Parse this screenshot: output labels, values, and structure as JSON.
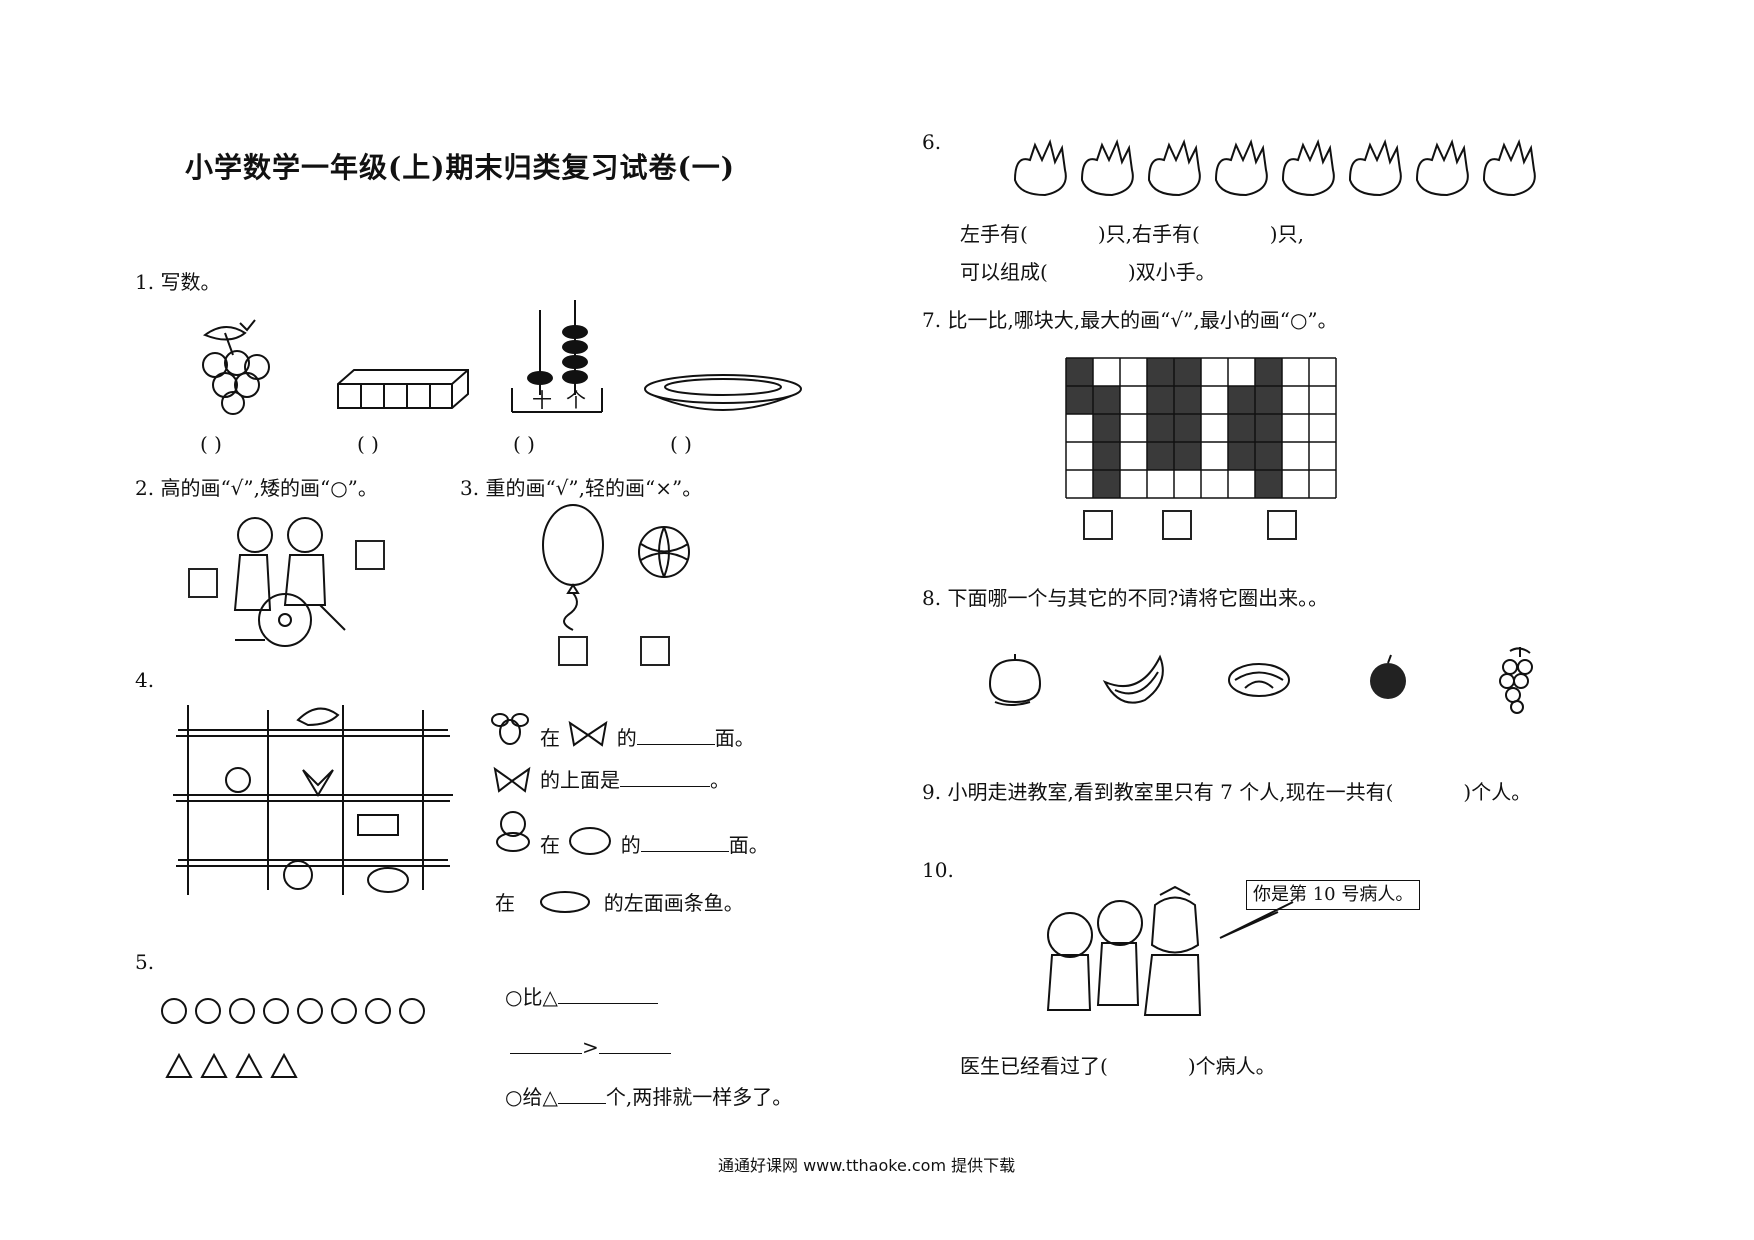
{
  "title": "小学数学一年级(上)期末归类复习试卷(一)",
  "q1": {
    "num": "1.",
    "text": "写数。",
    "abacus_tens": "十",
    "abacus_ones": "个",
    "paren": "(      )"
  },
  "q2": {
    "num": "2.",
    "text": "高的画“√”,矮的画“○”。"
  },
  "q3": {
    "num": "3.",
    "text": "重的画“√”,轻的画“×”。"
  },
  "q4": {
    "num": "4.",
    "line1": {
      "a": "在",
      "b": "的",
      "c": "面。"
    },
    "line2": {
      "a": "的上面是",
      "b": "。"
    },
    "line3": {
      "a": "在",
      "b": "的",
      "c": "面。"
    },
    "line4": {
      "a": "在",
      "b": "的左面画条鱼。"
    }
  },
  "q5": {
    "num": "5.",
    "circles": 8,
    "triangles": 4,
    "line1": "○比△",
    "gt": ">",
    "line3a": "○给△",
    "line3b": "个,两排就一样多了。"
  },
  "q6": {
    "num": "6.",
    "line1a": "左手有(",
    "line1b": ")只,右手有(",
    "line1c": ")只,",
    "line2a": "可以组成(",
    "line2b": ")双小手。"
  },
  "q7": {
    "num": "7.",
    "text": "比一比,哪块大,最大的画“√”,最小的画“○”。"
  },
  "q8": {
    "num": "8.",
    "text": "下面哪一个与其它的不同?请将它圈出来。。"
  },
  "q9": {
    "num": "9.",
    "text_a": "小明走进教室,看到教室里只有 7 个人,现在一共有(",
    "text_b": ")个人。"
  },
  "q10": {
    "num": "10.",
    "bubble": "你是第 10 号病人。",
    "text_a": "医生已经看过了(",
    "text_b": ")个病人。"
  },
  "footer": "通通好课网  www.tthaoke.com  提供下载"
}
